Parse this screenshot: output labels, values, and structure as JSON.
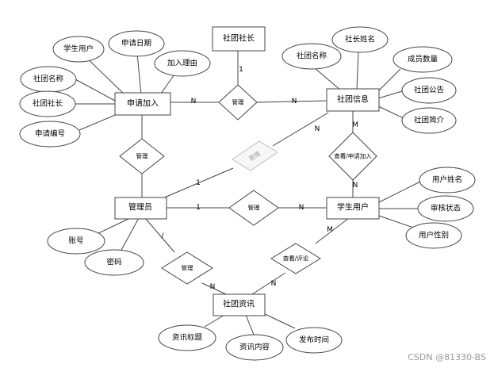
{
  "entities": {
    "shetuan_shezhang": "社团社长",
    "shenqing_jiaru": "申请加入",
    "shetuan_xinxi": "社团信息",
    "guanliyuan": "管理员",
    "xuesheng_yonghu": "学生用户",
    "shetuan_zixun": "社团资讯"
  },
  "attributes": {
    "xuesheng_yonghu": "学生用户",
    "shenqing_riqi": "申请日期",
    "jiaru_liyou": "加入理由",
    "shetuan_mingcheng_1": "社团名称",
    "shetuan_shezhang": "社团社长",
    "shenqing_bianhao": "申请编号",
    "shetuan_mingcheng_2": "社团名称",
    "shezhang_xingming": "社长姓名",
    "chengyuan_shuliang": "成员数量",
    "shetuan_gonggao": "社团公告",
    "shetuan_jianjie": "社团简介",
    "yonghu_xingming": "用户姓名",
    "shenhe_zhuangtai": "审核状态",
    "yonghu_xingbie": "用户性别",
    "zhanghao": "账号",
    "mima": "密码",
    "zixun_biaoti": "资讯标题",
    "zixun_neirong": "资讯内容",
    "fabu_shijian": "发布时间"
  },
  "relationships": {
    "guanli_top": "管理",
    "guanli_left": "管理",
    "guanli_mid": "管理",
    "guanli_diag": "管理",
    "guanli_bottom": "管理",
    "chakan_shenqing": "查看/申请加入",
    "chakan_pinglun": "查看/评论"
  },
  "cardinalities": {
    "top_one": "1",
    "top_n_left": "N",
    "top_n_right": "N",
    "diag_one": "1",
    "diag_n": "N",
    "sx_m": "M",
    "sx_n": "N",
    "mid_one": "1",
    "mid_n": "N",
    "bot_one": "/",
    "bot_n_left": "N",
    "bot_n_right": "N",
    "cp_m": "M"
  },
  "watermark": "CSDN @81330-BS",
  "colors": {
    "stroke": "#444444",
    "fill": "#ffffff",
    "faded_stroke": "#bdbdbd",
    "watermark": "#9a9a9a"
  }
}
